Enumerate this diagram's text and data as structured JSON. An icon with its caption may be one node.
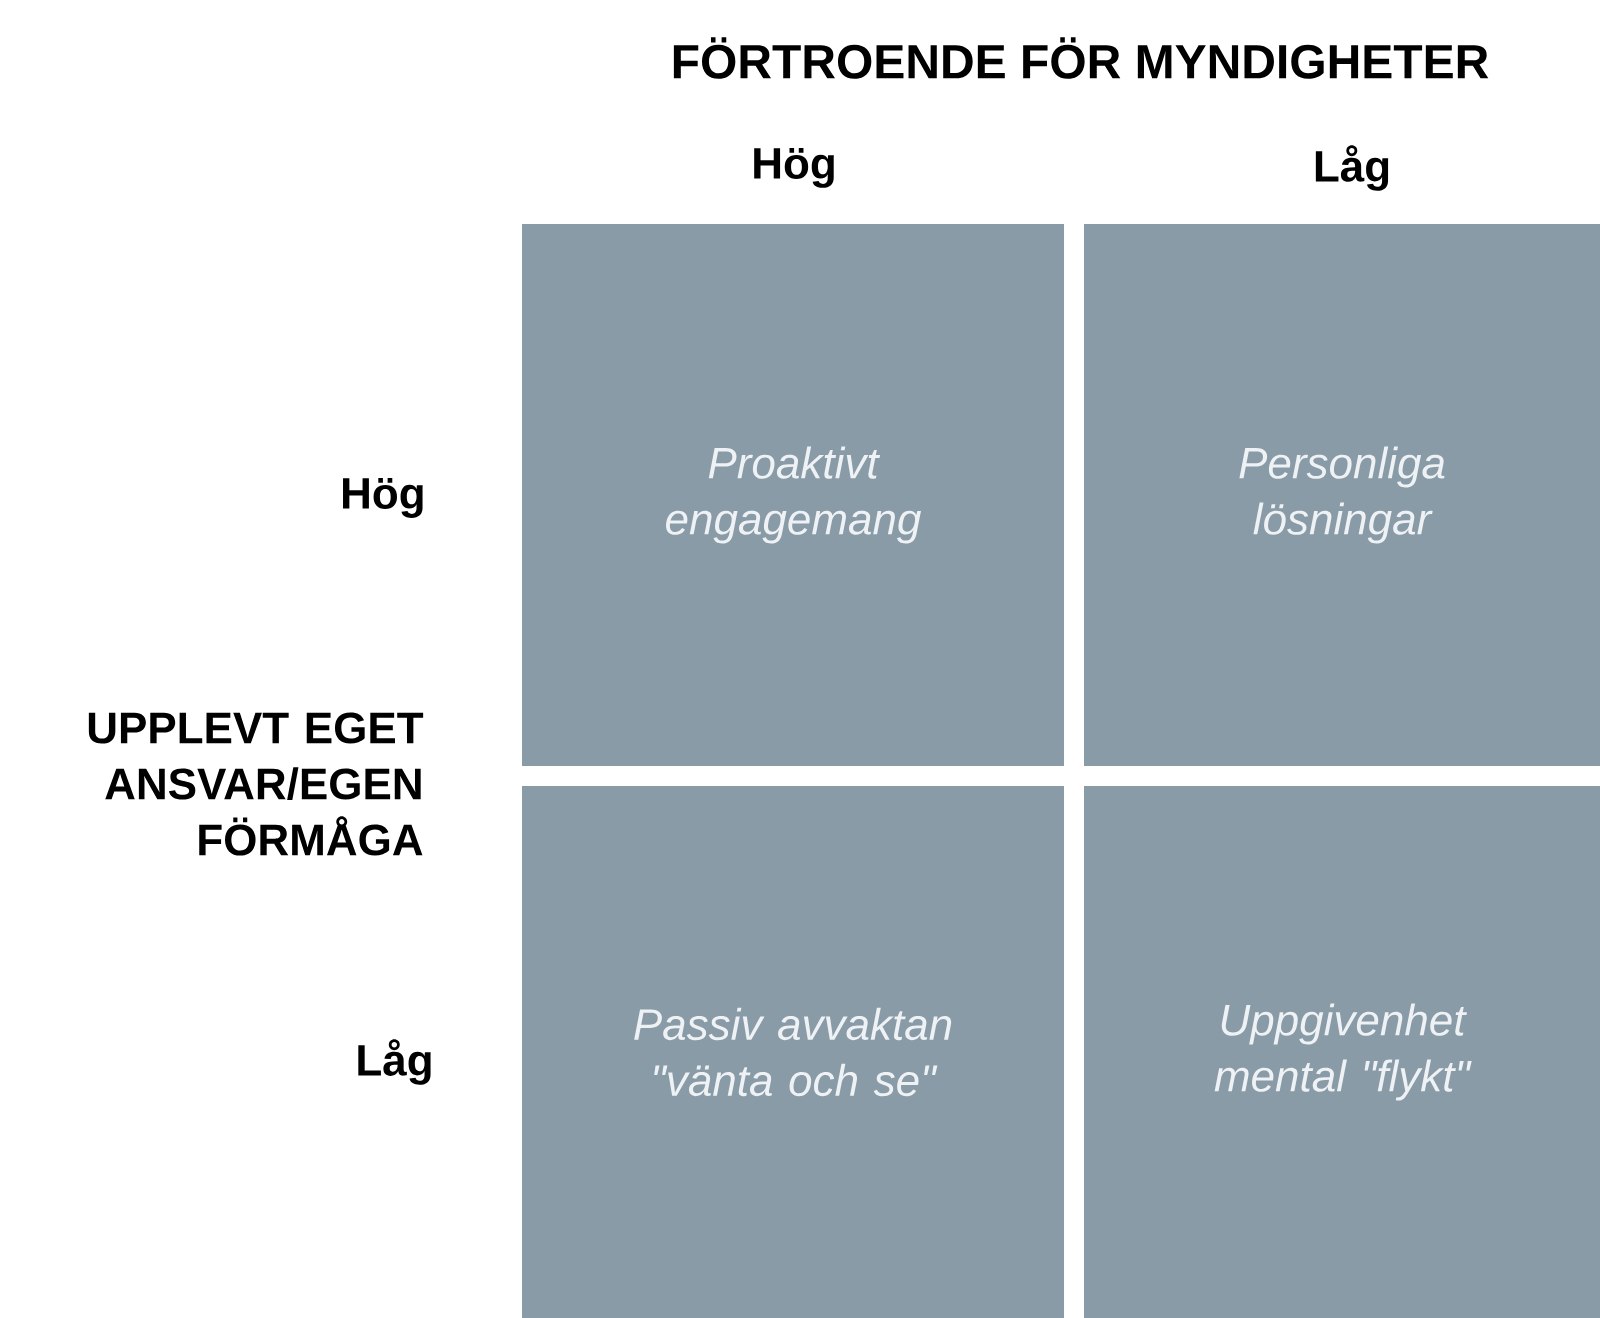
{
  "diagram": {
    "title": "FÖRTROENDE FÖR MYNDIGHETER",
    "nodes": [
      {
        "text": [
          "Proaktivt engagemang"
        ]
      },
      {
        "text": [
          "Personliga lösningar"
        ]
      },
      {
        "text": [
          "Passiv avvaktan \"vänta och se\""
        ]
      },
      {
        "text": [
          "Uppgivenhet mental \"flykt\""
        ]
      }
    ],
    "labels": [
      "Hög",
      "Låg",
      "Hög",
      "UPPLEVT EGET ANSVAR/EGEN FÖRMÅGA",
      "Låg"
    ]
  }
}
